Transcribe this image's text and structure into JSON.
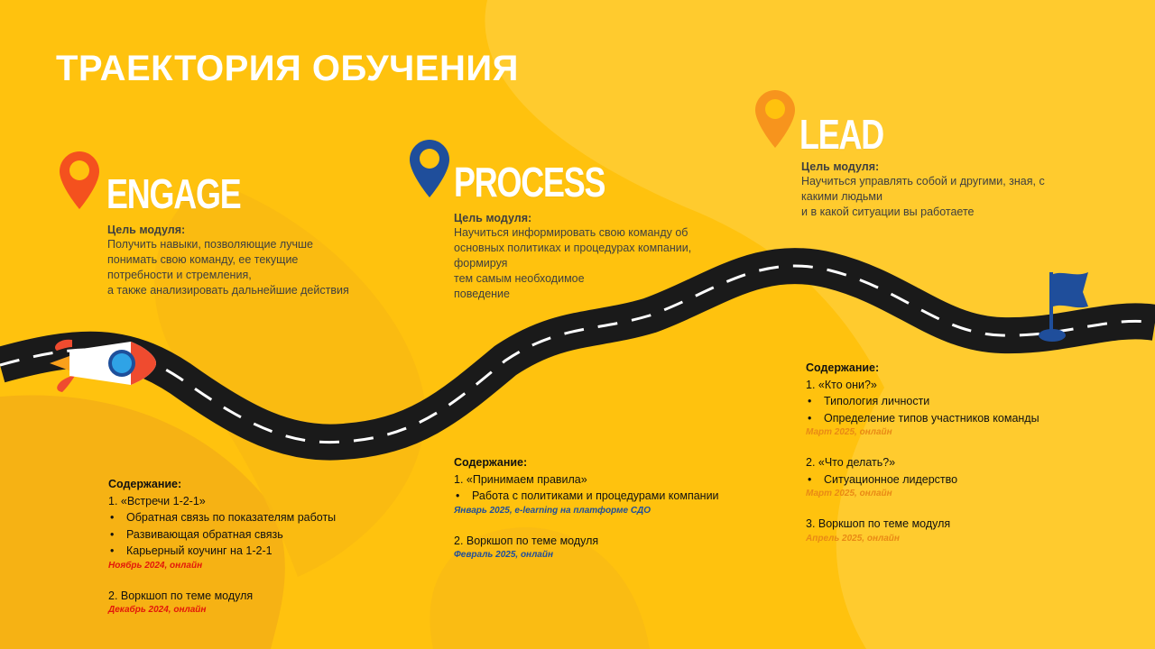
{
  "title": "ТРАЕКТОРИЯ ОБУЧЕНИЯ",
  "colors": {
    "background": "#FFC20E",
    "engage_pin": "#F4511E",
    "process_pin": "#1F4E9B",
    "lead_pin": "#F7941D",
    "road": "#1a1a1a",
    "flag": "#1F4E9B"
  },
  "modules": {
    "engage": {
      "name": "ENGAGE",
      "goal_heading": "Цель модуля:",
      "goal_lines": [
        "Получить  навыки, позволяющие лучше",
        "понимать свою команду, ее текущие",
        "потребности и стремления,",
        "а также анализировать дальнейшие действия"
      ],
      "content_heading": "Содержание:",
      "item1": "1. «Встречи 1-2-1»",
      "bullets1": [
        "Обратная связь по показателям работы",
        "Развивающая обратная связь",
        "Карьерный коучинг на 1-2-1"
      ],
      "date1": "Ноябрь 2024, онлайн",
      "item2": "2. Воркшоп по теме модуля",
      "date2": "Декабрь 2024, онлайн"
    },
    "process": {
      "name": "PROCESS",
      "goal_heading": "Цель модуля:",
      "goal_lines": [
        "Научиться информировать свою команду об",
        "основных политиках и процедурах компании,",
        "формируя",
        "тем самым необходимое",
        "поведение"
      ],
      "content_heading": "Содержание:",
      "item1": "1. «Принимаем правила»",
      "bullets1": [
        "Работа с политиками и процедурами компании"
      ],
      "date1": "Январь 2025, e-learning на платформе СДО",
      "item2": "2. Воркшоп по теме модуля",
      "date2": "Февраль 2025, онлайн"
    },
    "lead": {
      "name": "LEAD",
      "goal_heading": "Цель модуля:",
      "goal_lines": [
        "Научиться управлять собой и другими, зная, с",
        "какими людьми",
        "и в какой ситуации вы работаете"
      ],
      "content_heading": "Содержание:",
      "item1": "1. «Кто они?»",
      "bullets1": [
        "Типология личности",
        "Определение типов участников команды"
      ],
      "date1": "Март 2025, онлайн",
      "item2": "2. «Что делать?»",
      "bullets2": [
        "Ситуационное лидерство"
      ],
      "date2": "Март 2025, онлайн",
      "item3": "3. Воркшоп по теме модуля",
      "date3": "Апрель 2025, онлайн"
    }
  },
  "icons": [
    "engage-pin-icon",
    "process-pin-icon",
    "lead-pin-icon",
    "rocket-icon",
    "flag-icon"
  ]
}
